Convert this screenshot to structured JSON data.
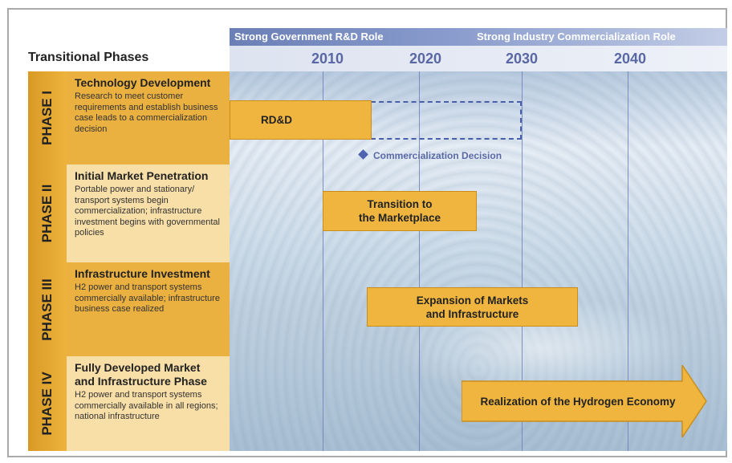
{
  "header": {
    "title": "Transitional Phases",
    "gov_role": "Strong Government R&D Role",
    "industry_role": "Strong Industry Commercialization Role",
    "years": [
      "2010",
      "2020",
      "2030",
      "2040"
    ]
  },
  "phases": [
    {
      "tab": "PHASE I",
      "title": "Technology Development",
      "desc": "Research to meet customer requirements and establish business case leads to a commercialization decision"
    },
    {
      "tab": "PHASE II",
      "title": "Initial Market Penetration",
      "desc": "Portable power and stationary/ transport systems begin commercialization; infrastructure investment begins with governmental policies"
    },
    {
      "tab": "PHASE III",
      "title": "Infrastructure Investment",
      "desc": "H2 power and transport systems commercially available; infrastructure business case realized"
    },
    {
      "tab": "PHASE IV",
      "title": "Fully Developed Market and Infrastructure Phase",
      "desc": "H2 power and transport systems commercially available in all regions; national infrastructure"
    }
  ],
  "bars": {
    "rdd": "RD&D",
    "decision": "Commercialization Decision",
    "transition_1": "Transition to",
    "transition_2": "the Marketplace",
    "expansion_1": "Expansion of Markets",
    "expansion_2": "and Infrastructure",
    "realization": "Realization of the Hydrogen Economy"
  },
  "colors": {
    "phase_orange": "#eab040",
    "phase_light": "#f8dea7",
    "role_bar": "#6a7fb6",
    "year_text": "#5968a4"
  }
}
